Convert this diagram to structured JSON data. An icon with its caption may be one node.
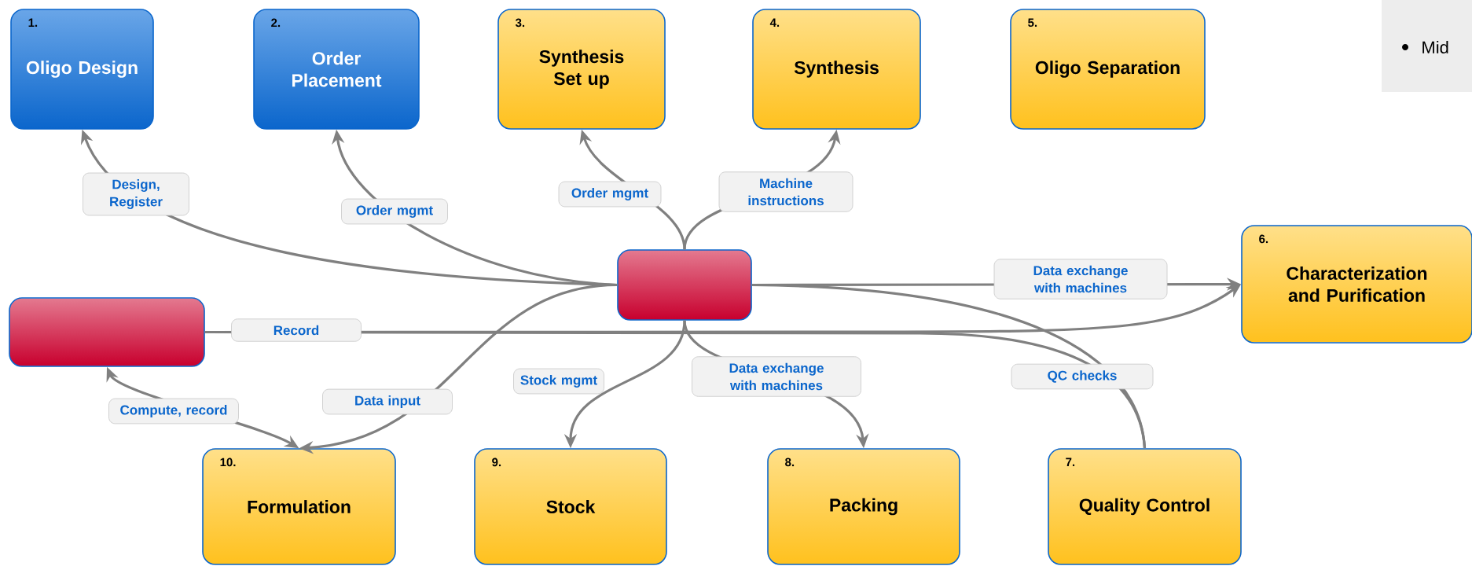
{
  "diagram": {
    "nodes": [
      {
        "text": [
          "1.",
          "Oligo Design"
        ]
      },
      {
        "text": [
          "2.",
          "Order Placement"
        ]
      },
      {
        "text": [
          "3.",
          "Synthesis Set up"
        ]
      },
      {
        "text": [
          "4.",
          "Synthesis"
        ]
      },
      {
        "text": [
          "5.",
          "Oligo Separation"
        ]
      },
      {
        "text": [
          "6.",
          "Characterization and Purification"
        ]
      },
      {
        "text": [
          "7.",
          "Quality Control"
        ]
      },
      {
        "text": [
          "8.",
          "Packing"
        ]
      },
      {
        "text": [
          "9.",
          "Stock"
        ]
      },
      {
        "text": [
          "10.",
          "Formulation"
        ]
      },
      {
        "text": [],
        "shape": "box"
      },
      {
        "text": [],
        "shape": "box"
      }
    ],
    "edges": [
      {
        "from": 10,
        "to": 0,
        "arrow": "to",
        "label": "Design, Register"
      },
      {
        "from": 10,
        "to": 1,
        "arrow": "to",
        "label": "Order mgmt"
      },
      {
        "from": 10,
        "to": 2,
        "arrow": "to",
        "label": "Order mgmt"
      },
      {
        "from": 10,
        "to": 3,
        "arrow": "to",
        "label": "Machine instructions"
      },
      {
        "from": 10,
        "to": 5,
        "arrow": "to",
        "label": "Data exchange with machines"
      },
      {
        "from": 11,
        "to": 5,
        "arrow": "to",
        "label": "Record"
      },
      {
        "from": 10,
        "to": 6,
        "arrow": "none",
        "label": "QC checks"
      },
      {
        "from": 11,
        "to": 6,
        "arrow": "none"
      },
      {
        "from": 10,
        "to": 7,
        "arrow": "to",
        "label": "Data exchange with machines"
      },
      {
        "from": 10,
        "to": 8,
        "arrow": "to",
        "label": "Stock mgmt"
      },
      {
        "from": 10,
        "to": 9,
        "arrow": "to",
        "label": "Data input"
      },
      {
        "from": 9,
        "to": 11,
        "arrow": "both",
        "label": "Compute, record"
      }
    ],
    "labels": [
      "Mid"
    ]
  }
}
